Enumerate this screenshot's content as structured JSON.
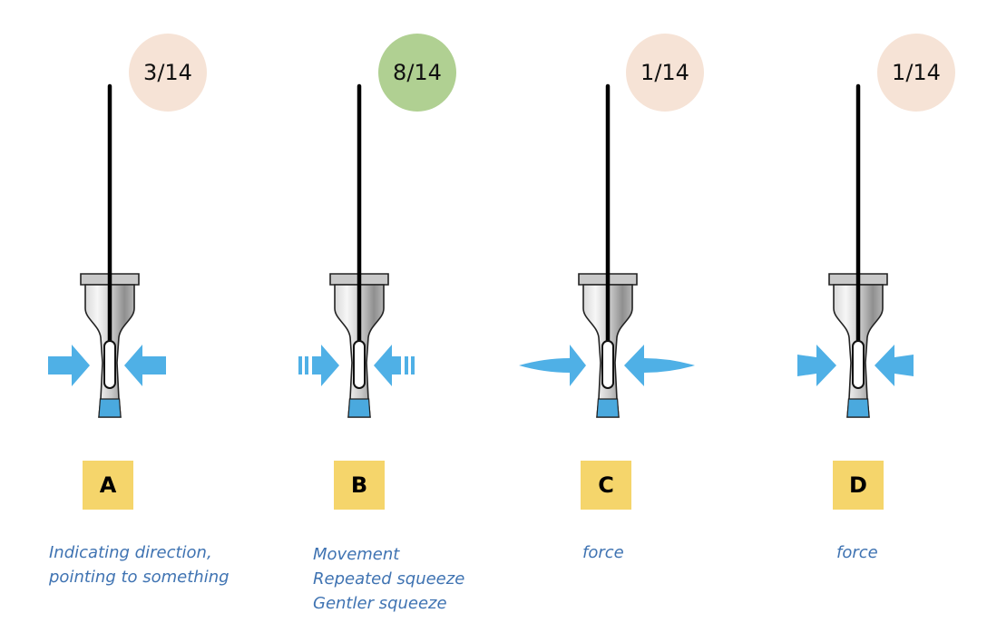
{
  "colors": {
    "arrow_blue": "#4fb0e6",
    "badge_default": "#f6e3d6",
    "badge_highlight": "#b0d092",
    "letter_bg": "#f5d56b",
    "caption_text": "#3f73b2",
    "liquid_blue": "#4aa9de"
  },
  "panels": [
    {
      "label": "A",
      "score": "3/14",
      "highlight": false,
      "arrow_style": "block-arrow",
      "caption": [
        "Indicating direction,",
        "pointing to something"
      ]
    },
    {
      "label": "B",
      "score": "8/14",
      "highlight": true,
      "arrow_style": "striped-tail-arrow",
      "caption": [
        "Movement",
        "Repeated squeeze",
        "Gentler squeeze"
      ]
    },
    {
      "label": "C",
      "score": "1/14",
      "highlight": false,
      "arrow_style": "long-tapered-arrow",
      "caption": [
        "force"
      ]
    },
    {
      "label": "D",
      "score": "1/14",
      "highlight": false,
      "arrow_style": "short-wedge-arrow",
      "caption": [
        "force"
      ]
    }
  ]
}
